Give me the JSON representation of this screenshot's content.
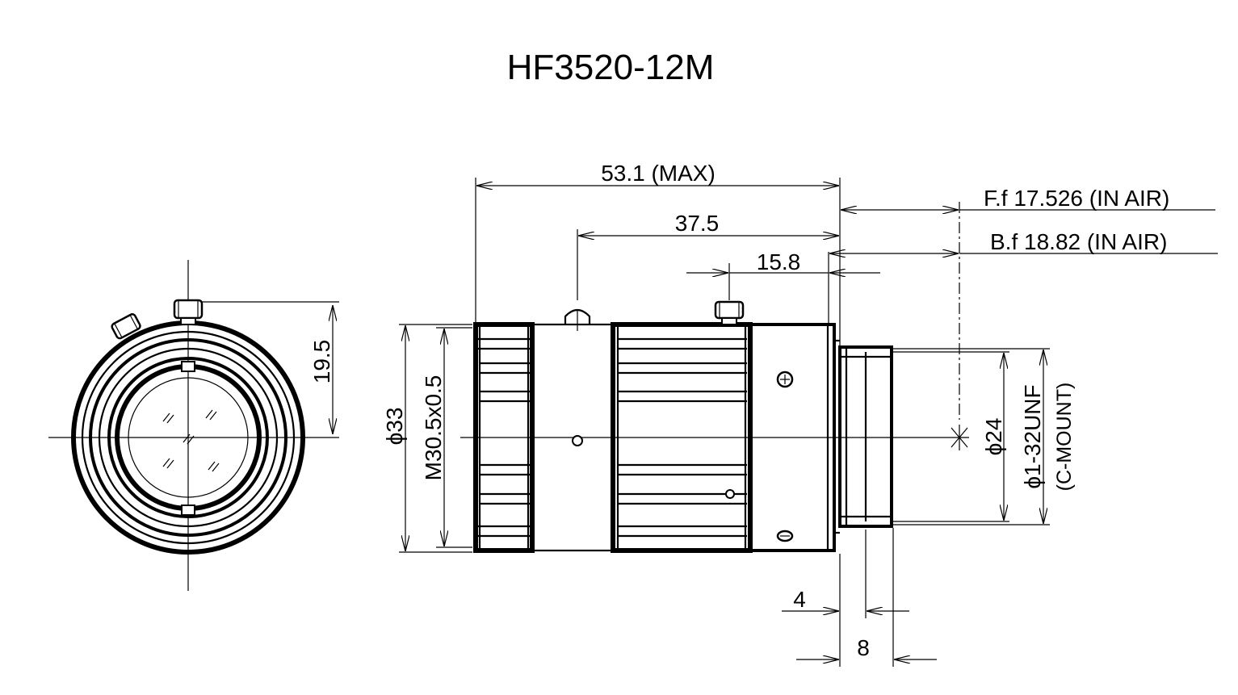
{
  "title": "HF3520-12M",
  "dimensions": {
    "overall_length": "53.1 (MAX)",
    "focus_ring_center": "37.5",
    "screw_offset": "15.8",
    "flange_focal": "F.f 17.526 (IN AIR)",
    "back_focal": "B.f 18.82 (IN AIR)",
    "height_to_screw": "19.5",
    "outer_diameter": "ϕ33",
    "filter_thread": "M30.5x0.5",
    "mount_diameter": "ϕ24",
    "mount_thread": "ϕ1-32UNF",
    "mount_type": "(C-MOUNT)",
    "flange_step": "4",
    "mount_length": "8"
  }
}
